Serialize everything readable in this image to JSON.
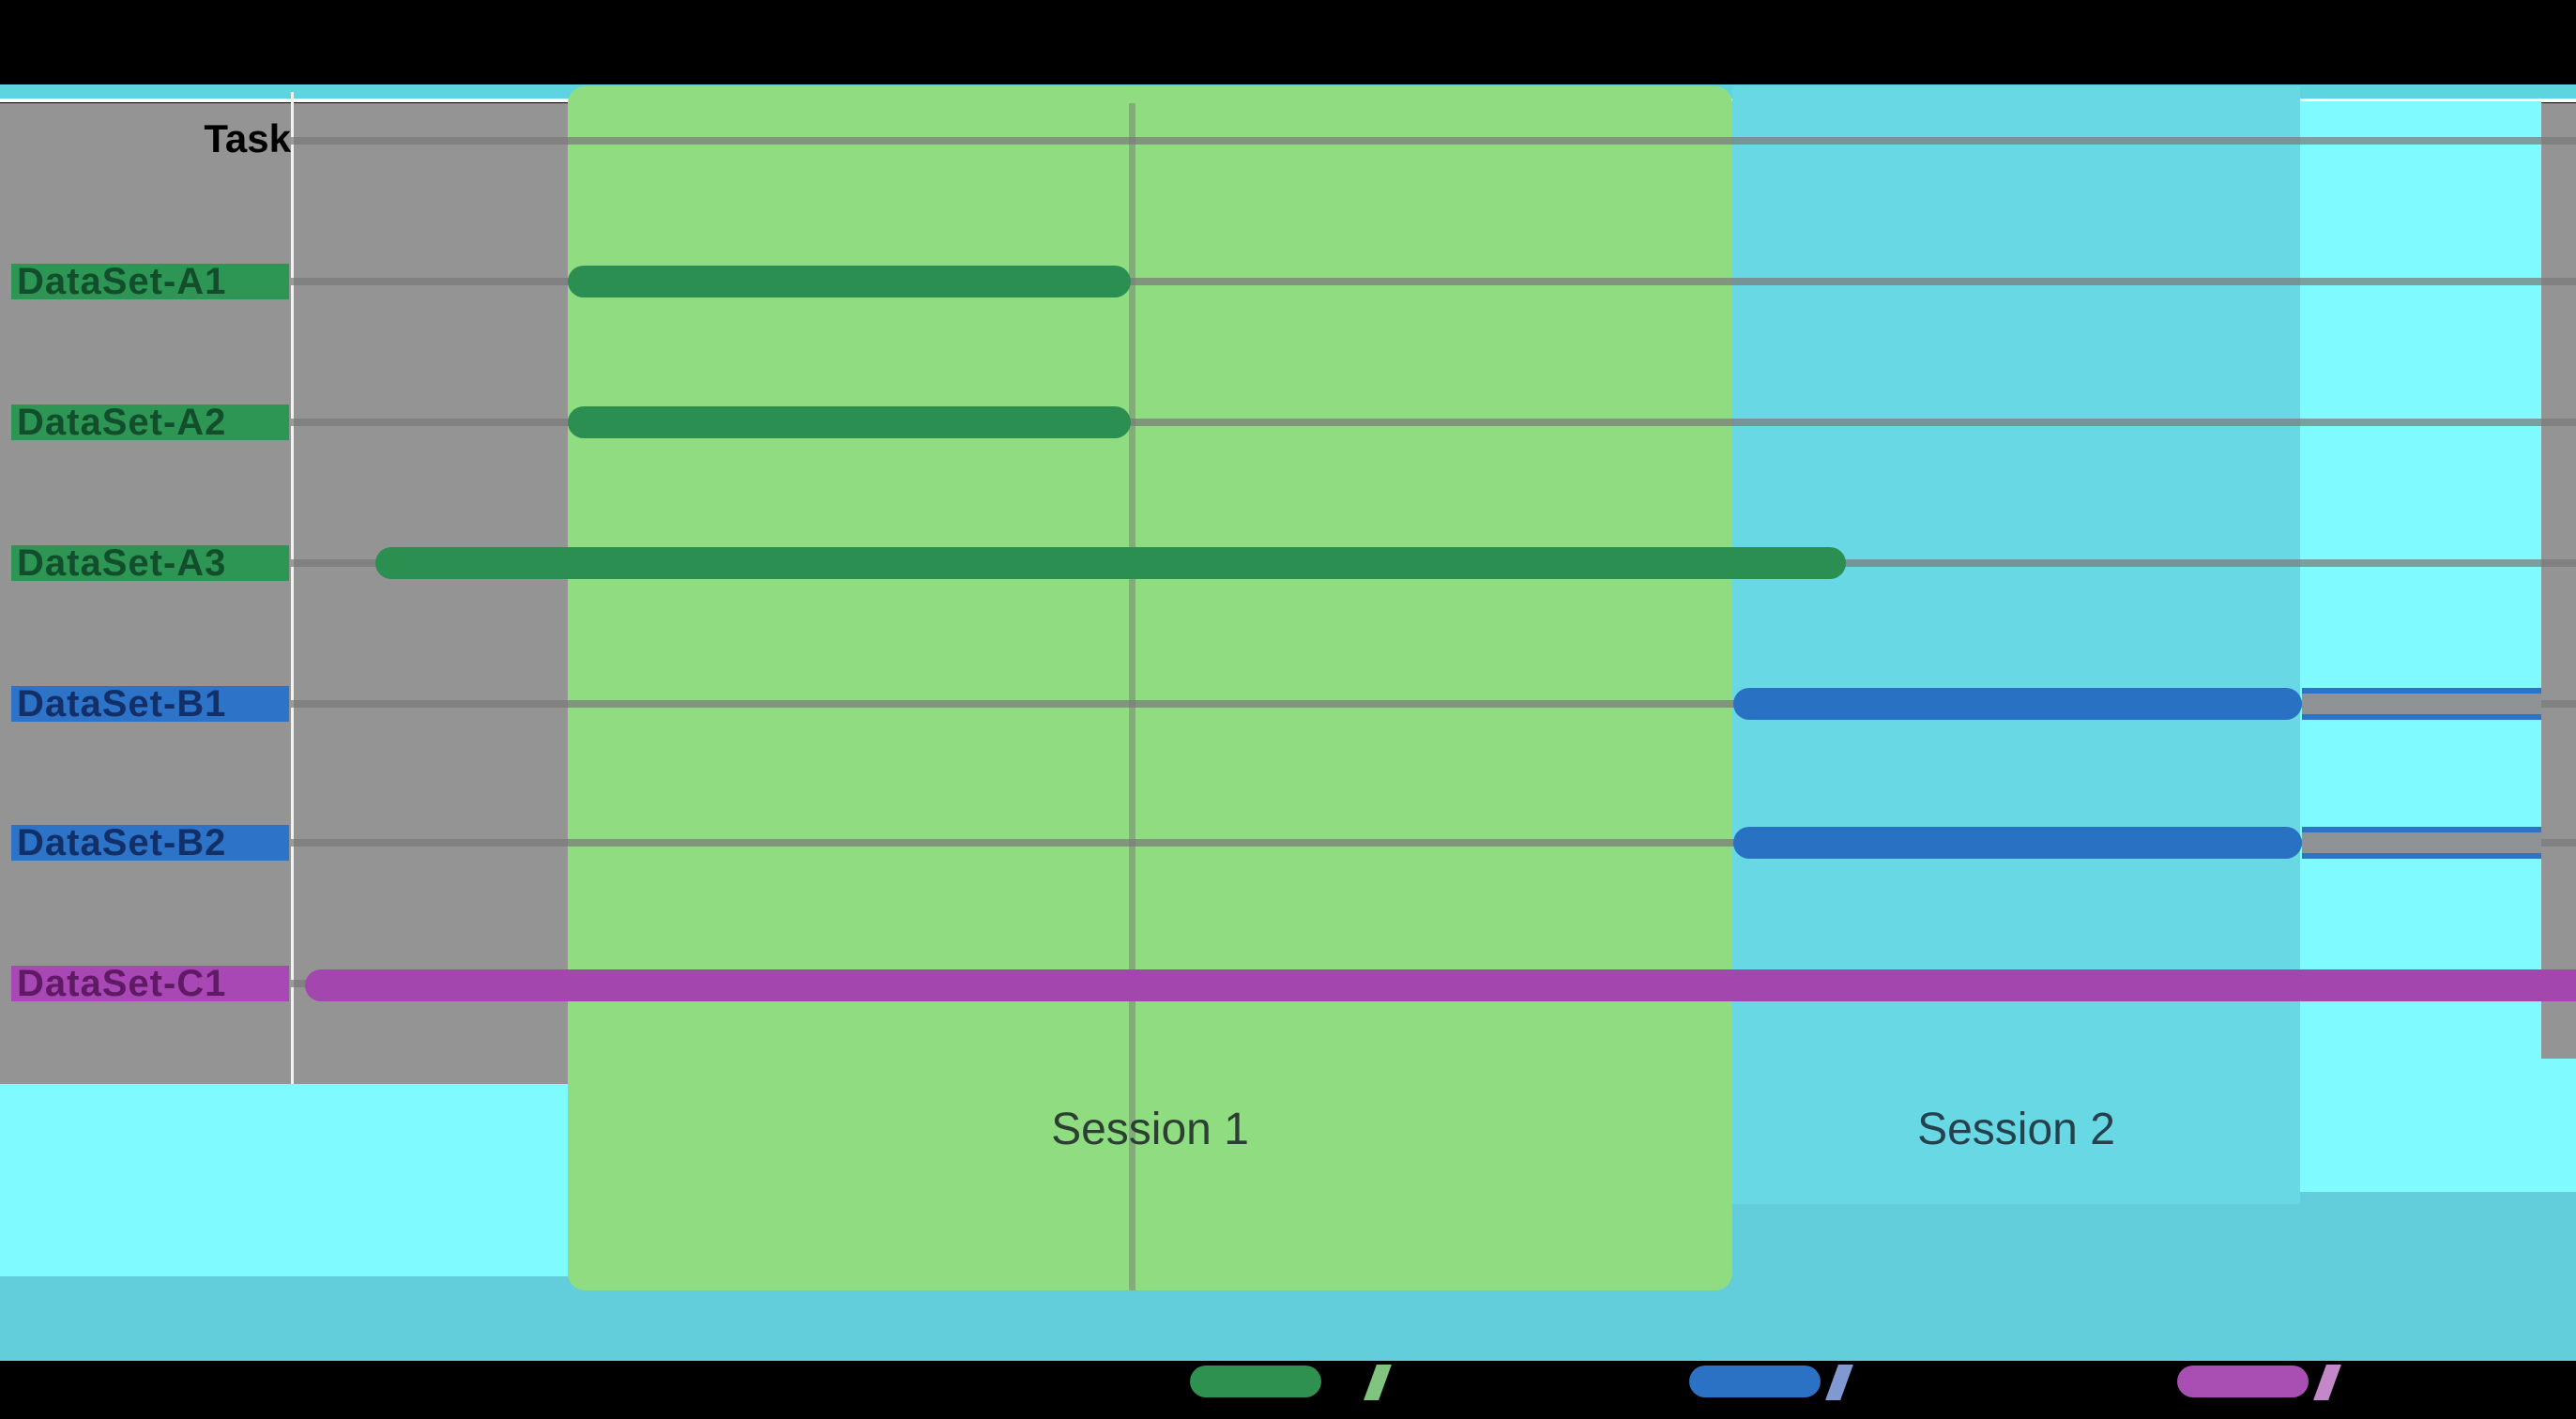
{
  "header": {
    "column_title": "Task"
  },
  "rows": [
    {
      "label": "DataSet-A1",
      "group": "A",
      "color": "#2e9655"
    },
    {
      "label": "DataSet-A2",
      "group": "A",
      "color": "#2e9655"
    },
    {
      "label": "DataSet-A3",
      "group": "A",
      "color": "#2e9655"
    },
    {
      "label": "DataSet-B1",
      "group": "B",
      "color": "#2d74c8"
    },
    {
      "label": "DataSet-B2",
      "group": "B",
      "color": "#2d74c8"
    },
    {
      "label": "DataSet-C1",
      "group": "C",
      "color": "#a848b4"
    }
  ],
  "sessions": [
    {
      "label": "Session 1",
      "region_color": "#90dc80"
    },
    {
      "label": "Session 2",
      "region_color": "#68d8e5"
    }
  ],
  "legend": [
    {
      "swatch": "green-pill",
      "color": "#2e9150",
      "slash_artifact": "/"
    },
    {
      "swatch": "blue-pill",
      "color": "#2c72c4",
      "slash_artifact": "/"
    },
    {
      "swatch": "purple-pill",
      "color": "#a94fb4",
      "slash_artifact": "/"
    }
  ],
  "colors": {
    "background": "#000000",
    "top_strip": "#5ed3e2",
    "plot_gray": "#949494",
    "bottom_band": "#62cedb",
    "bright_cyan": "#7ffbff",
    "bar_green": "#2b8f51",
    "bar_blue": "#2971c2",
    "bar_purple": "#a346ae",
    "gridline": "rgba(122,122,122,0.72)"
  },
  "chart_data": {
    "type": "bar",
    "subtype": "gantt-timeline",
    "title": "",
    "xlabel": "",
    "ylabel": "Task",
    "x_axis": {
      "units": "percent-of-plot-width",
      "range": [
        0,
        100
      ],
      "tick_labels_visible": false
    },
    "grid": true,
    "categories": [
      "DataSet-A1",
      "DataSet-A2",
      "DataSet-A3",
      "DataSet-B1",
      "DataSet-B2",
      "DataSet-C1"
    ],
    "series": [
      {
        "name": "DataSet-A1",
        "start": 12.1,
        "end": 36.8,
        "color": "#2b8f51"
      },
      {
        "name": "DataSet-A2",
        "start": 12.1,
        "end": 36.8,
        "color": "#2b8f51"
      },
      {
        "name": "DataSet-A3",
        "start": 3.7,
        "end": 68.0,
        "color": "#2b8f51"
      },
      {
        "name": "DataSet-B1",
        "start": 63.1,
        "end": 88.0,
        "faint_extension_end": 98.5,
        "color": "#2971c2"
      },
      {
        "name": "DataSet-B2",
        "start": 63.1,
        "end": 88.0,
        "faint_extension_end": 98.5,
        "color": "#2971c2"
      },
      {
        "name": "DataSet-C1",
        "start": 0.6,
        "end": 100.0,
        "color": "#a346ae"
      }
    ],
    "regions": [
      {
        "label": "Session 1",
        "start": 12.1,
        "end": 63.1,
        "color": "#90dc80"
      },
      {
        "label": "Session 2",
        "start": 63.1,
        "end": 87.9,
        "color": "#68d8e5"
      },
      {
        "label": "",
        "start": 87.9,
        "end": 98.5,
        "color": "#7ffbff"
      }
    ],
    "legend_position": "bottom"
  }
}
